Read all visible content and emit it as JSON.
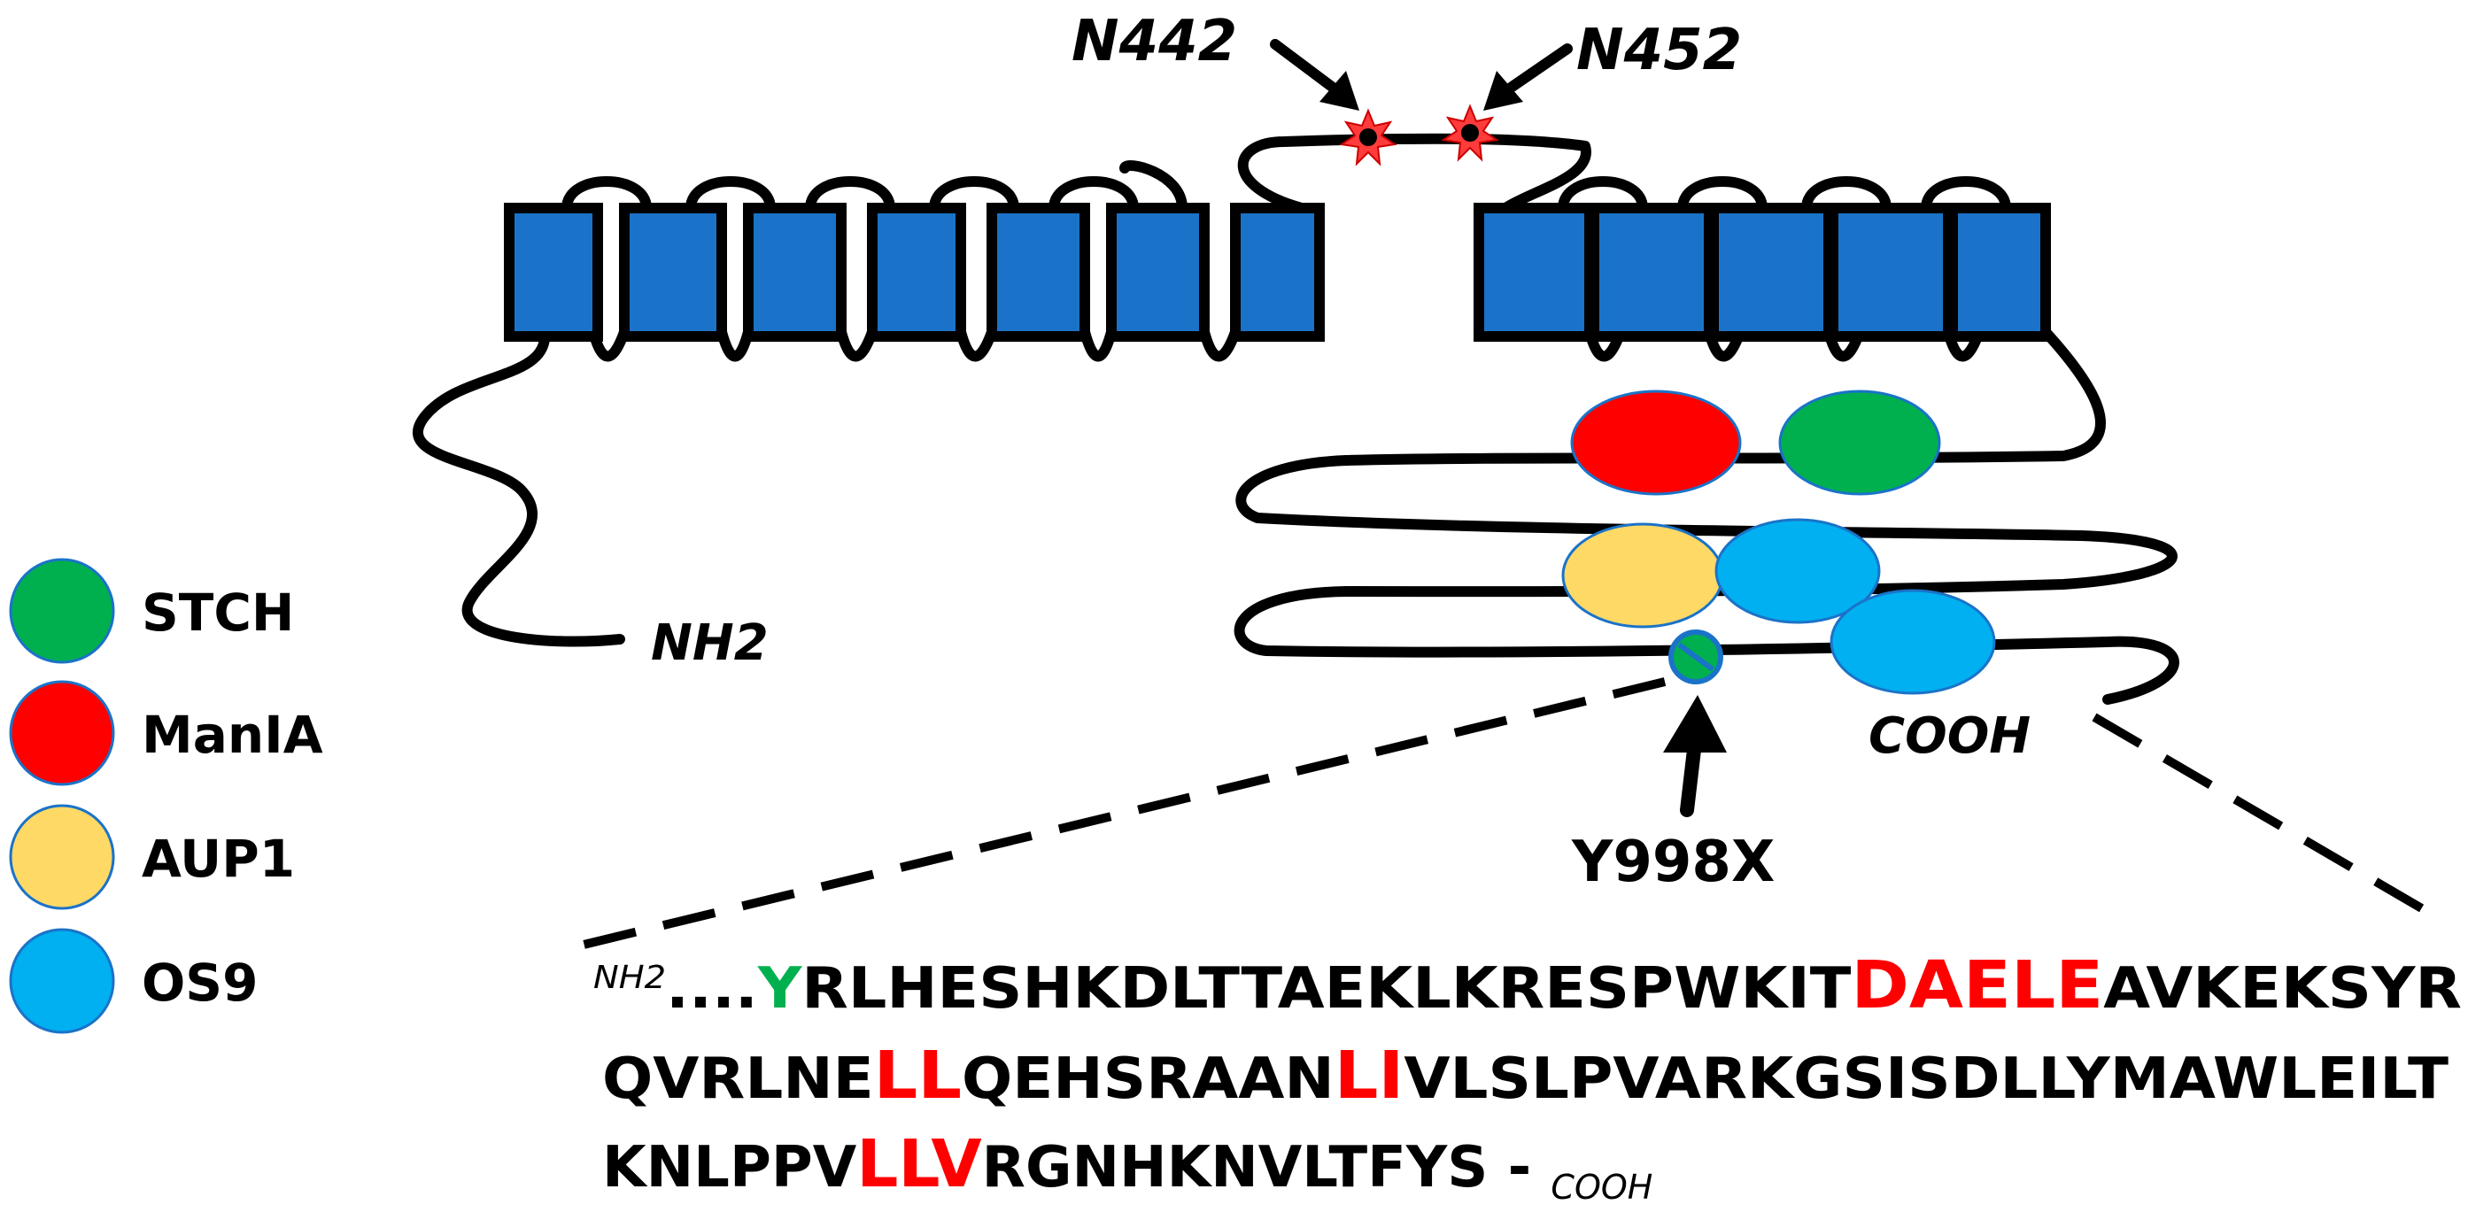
{
  "sites": {
    "n442": "N442",
    "n452": "N452",
    "mutation": "Y998X"
  },
  "termini": {
    "nh2": "NH2",
    "cooh": "COOH"
  },
  "legend": [
    {
      "label": "STCH",
      "color": "#00b04f"
    },
    {
      "label": "ManIA",
      "color": "#ff0000"
    },
    {
      "label": "AUP1",
      "color": "#ffd966"
    },
    {
      "label": "OS9",
      "color": "#00b0f0"
    }
  ],
  "sequence": {
    "line1": {
      "nh2": "NH2",
      "dots": "....",
      "y": "Y",
      "a": "RLHESHKDLTTAEKLKRESPWKIT",
      "b": "DAELE",
      "c": "AVKEKSYR"
    },
    "line2": {
      "a": "QVRLNE",
      "b": "LL",
      "c": "QEHSRAAN",
      "d": "LI",
      "e": "VLSLPVARKGSISDLLYMAWLEILT"
    },
    "line3": {
      "a": "KNLPPV",
      "b": "LLV",
      "c": "RGNHKNVLTFYS - ",
      "cooh": "COOH"
    }
  },
  "colors": {
    "helix": "#1a73c8",
    "motif": "#ff0000",
    "mutation_residue": "#00b04f",
    "glycosylation": "#ff0000"
  }
}
